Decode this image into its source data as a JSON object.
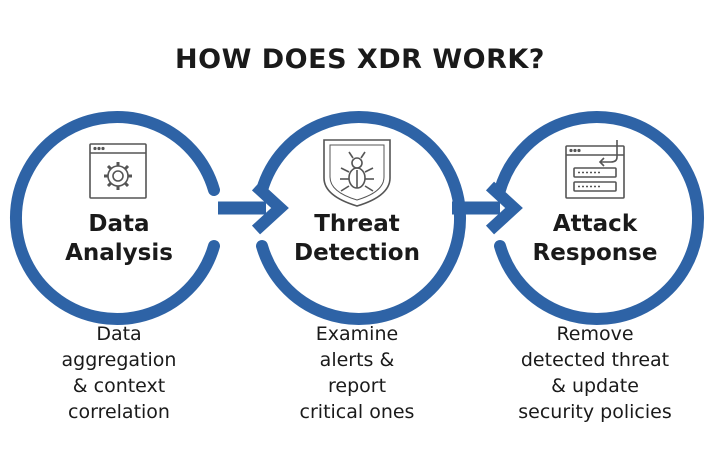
{
  "title": "HOW DOES XDR WORK?",
  "colors": {
    "ring": "#2e63a6",
    "text": "#1a1a1a",
    "icon": "#555555"
  },
  "steps": [
    {
      "label_line1": "Data",
      "label_line2": "Analysis",
      "icon": "gear-window-icon",
      "desc": [
        "Data",
        "aggregation",
        "& context",
        "correlation"
      ]
    },
    {
      "label_line1": "Threat",
      "label_line2": "Detection",
      "icon": "bug-shield-icon",
      "desc": [
        "Examine",
        "alerts &",
        "report",
        "critical ones"
      ]
    },
    {
      "label_line1": "Attack",
      "label_line2": "Response",
      "icon": "refresh-window-icon",
      "desc": [
        "Remove",
        "detected threat",
        "& update",
        "security policies"
      ]
    }
  ]
}
